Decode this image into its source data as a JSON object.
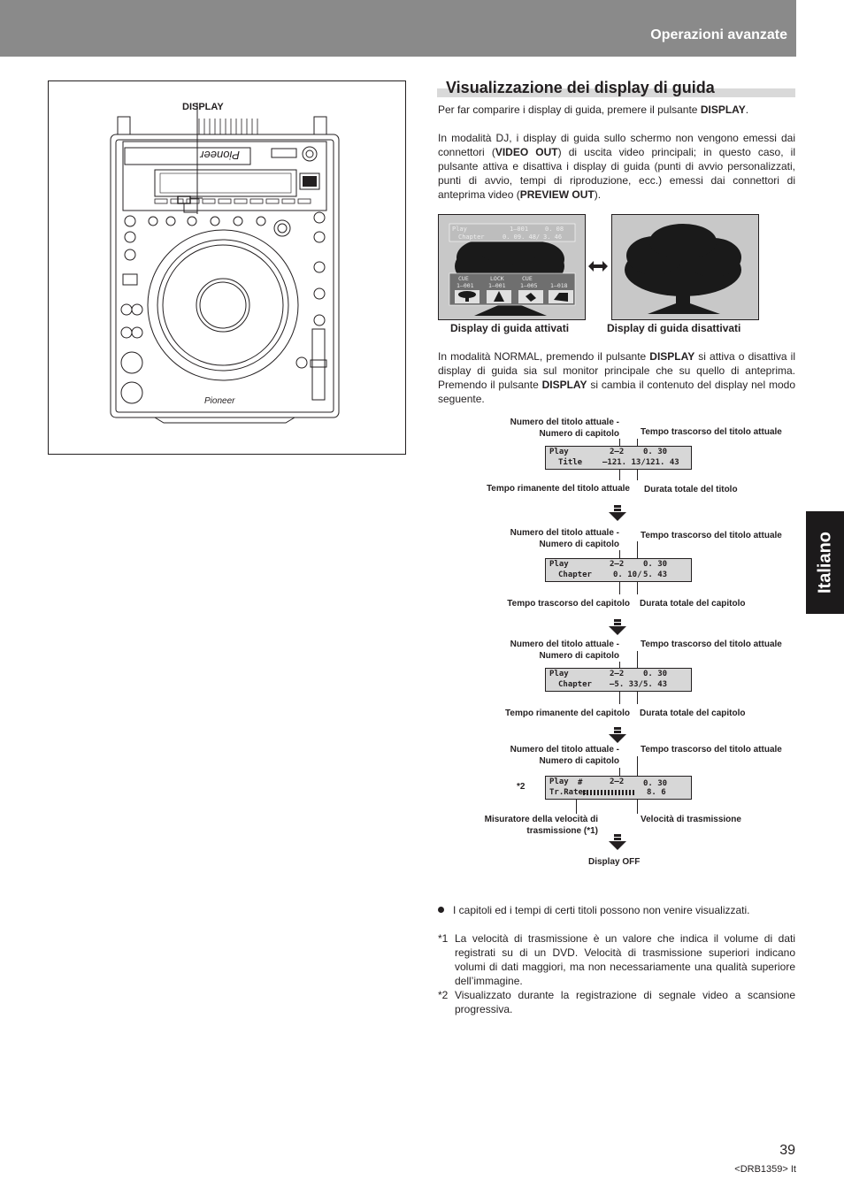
{
  "header": {
    "title": "Operazioni avanzate"
  },
  "side_tab": {
    "label": "Italiano"
  },
  "device": {
    "display_label": "DISPLAY"
  },
  "section": {
    "title": "Visualizzazione dei display di guida"
  },
  "intro": {
    "p1_pre": "Per far comparire i display di guida, premere il pulsante ",
    "p1_bold": "DISPLAY",
    "p1_post": ".",
    "p2_a": "In modalità DJ, i display di guida sullo schermo non vengono emessi dai connettori (",
    "p2_b": "VIDEO OUT",
    "p2_c": ") di uscita video principali; in questo caso, il pulsante attiva e disattiva i display di guida (punti di avvio personalizzati, punti di avvio, tempi di riproduzione, ecc.) emessi dai connettori di anteprima video (",
    "p2_d": "PREVIEW OUT",
    "p2_e": ")."
  },
  "figure": {
    "screen_on": {
      "row1_a": "Play",
      "row1_b": "1–001",
      "row1_c": "0. 08",
      "row2_a": "Chapter",
      "row2_b": "0. 09. 48/",
      "row2_c": "3. 46",
      "cue1": "CUE",
      "cue1_num": "1–001",
      "cue2": "LOCK",
      "cue2_num": "1–001",
      "cue3": "CUE",
      "cue3_num": "1–005",
      "cue4_num": "1–018"
    },
    "caption_on": "Display di guida attivati",
    "caption_off": "Display di guida disattivati"
  },
  "normal": {
    "a": "In modalità NORMAL, premendo il pulsante ",
    "b": "DISPLAY",
    "c": " si attiva o disattiva il display di guida sia sul monitor principale che su quello di anteprima. Premendo il pulsante ",
    "d": "DISPLAY",
    "e": " si cambia il contenuto del display nel modo seguente."
  },
  "states": [
    {
      "top_left": "Numero del titolo attuale - Numero di capitolo",
      "top_right": "Tempo trascorso del titolo attuale",
      "r1a": "Play",
      "r1b": "2–2",
      "r1c": "0. 30",
      "r2a": "Title",
      "r2b": "–121. 13/121. 43",
      "bottom_left": "Tempo rimanente del titolo attuale",
      "bottom_right": "Durata totale del titolo"
    },
    {
      "top_left": "Numero del titolo attuale - Numero di capitolo",
      "top_right": "Tempo trascorso del titolo attuale",
      "r1a": "Play",
      "r1b": "2–2",
      "r1c": "0. 30",
      "r2a": "Chapter",
      "r2b": "0. 10/",
      "r2c": "5. 43",
      "bottom_left": "Tempo trascorso del capitolo",
      "bottom_right": "Durata totale del capitolo"
    },
    {
      "top_left": "Numero del titolo attuale - Numero di capitolo",
      "top_right": "Tempo trascorso del titolo attuale",
      "r1a": "Play",
      "r1b": "2–2",
      "r1c": "0. 30",
      "r2a": "Chapter",
      "r2b": "–5. 33/",
      "r2c": "5. 43",
      "bottom_left": "Tempo rimanente del capitolo",
      "bottom_right": "Durata totale del capitolo"
    },
    {
      "top_left": "Numero del titolo attuale - Numero di capitolo",
      "top_right": "Tempo trascorso del titolo attuale",
      "star": "*2",
      "r1a": "Play",
      "r1hash": "#",
      "r1b": "2–2",
      "r1c": "0. 30",
      "r2a": "Tr.Rate:",
      "r2c": "8. 6",
      "bottom_left": "Misuratore della velocità di trasmissione (*1)",
      "bottom_right": "Velocità di trasmissione"
    }
  ],
  "display_off": "Display OFF",
  "notes": {
    "bullet": "I capitoli ed i tempi di certi titoli possono non venire visualizzati.",
    "n1_mark": "*1",
    "n1": "La velocità di trasmissione è un valore che indica il volume di dati registrati su di un DVD. Velocità di trasmissione superiori indicano volumi di dati maggiori, ma non necessariamente una qualità superiore dell’immagine.",
    "n2_mark": "*2",
    "n2": "Visualizzato durante la registrazione di segnale video a scansione progressiva."
  },
  "footer": {
    "page": "39",
    "code": "<DRB1359> It"
  }
}
